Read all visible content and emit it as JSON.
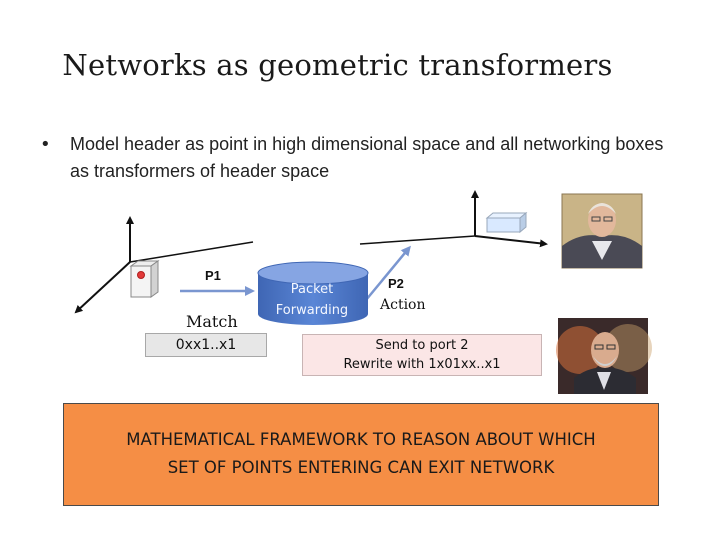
{
  "slide": {
    "title": "Networks as geometric transformers",
    "bullet": "•",
    "bullet_text": "Model header as point in high dimensional space and all networking boxes as transformers of header space"
  },
  "diagram": {
    "p1_label": "P1",
    "match_label": "Match",
    "match_value": "0xx1..x1",
    "cylinder_line1": "Packet",
    "cylinder_line2": "Forwarding",
    "p2_label": "P2",
    "action_label": "Action",
    "send_line1": "Send to port 2",
    "send_line2": "Rewrite with 1x01xx..x1"
  },
  "callout": {
    "line1": "MATHEMATICAL FRAMEWORK TO REASON ABOUT WHICH",
    "line2": "SET OF POINTS ENTERING CAN EXIT NETWORK"
  },
  "colors": {
    "callout_bg": "#f58e45",
    "cylinder": "#4f79c9",
    "arrow": "#7a96d0",
    "send_bg": "#fbe6e6"
  }
}
